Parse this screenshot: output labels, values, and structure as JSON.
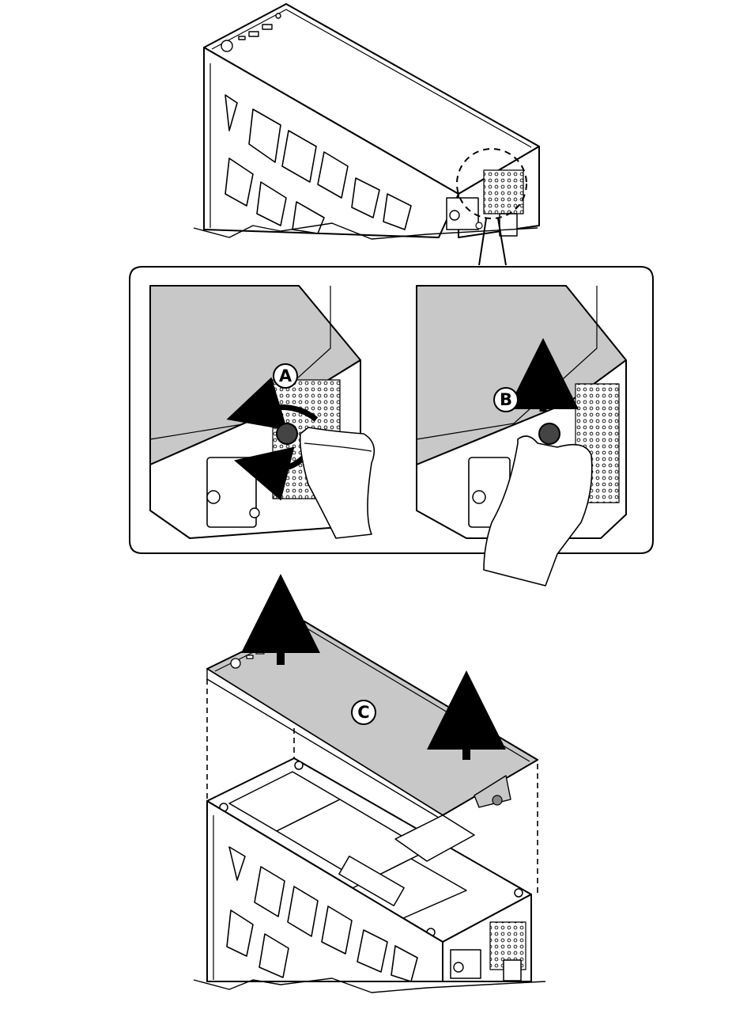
{
  "callouts": {
    "a": "A",
    "b": "B",
    "c": "C"
  },
  "colors": {
    "panel_fill": "#c8c8c8",
    "line": "#000000",
    "background": "#ffffff"
  }
}
